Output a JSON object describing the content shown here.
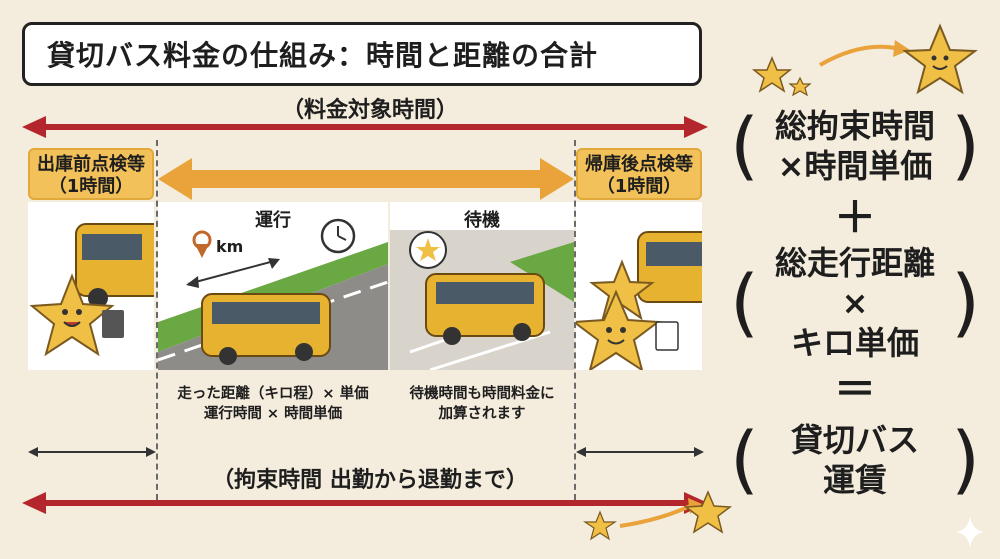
{
  "title": "貸切バス料金の仕組み：時間と距離の合計",
  "fee_time_label": "（料金対象時間）",
  "pre_check": {
    "line1": "出庫前点検等",
    "line2": "（1時間）"
  },
  "post_check": {
    "line1": "帰庫後点検等",
    "line2": "（1時間）"
  },
  "running": {
    "title": "運行",
    "km_label": "km",
    "caption1": "走った距離（キロ程）× 単価",
    "caption2": "運行時間 × 時間単価"
  },
  "waiting": {
    "title": "待機",
    "caption1": "待機時間も時間料金に",
    "caption2": "加算されます"
  },
  "restraint_label": "（拘束時間 出勤から退勤まで）",
  "formula": {
    "term1_line1": "総拘束時間",
    "term1_line2": "×時間単価",
    "plus": "＋",
    "term2_line1": "総走行距離",
    "term2_line2": "×",
    "term2_line3": "キロ単価",
    "equals": "＝",
    "result_line1": "貸切バス",
    "result_line2": "運賃"
  },
  "colors": {
    "red_arrow": "#b3262b",
    "orange_arrow": "#e9a33a",
    "bus_yellow": "#e8b231",
    "star_yellow": "#f0bf45",
    "road_gray": "#8d8c89",
    "grass_green": "#6aa843"
  }
}
